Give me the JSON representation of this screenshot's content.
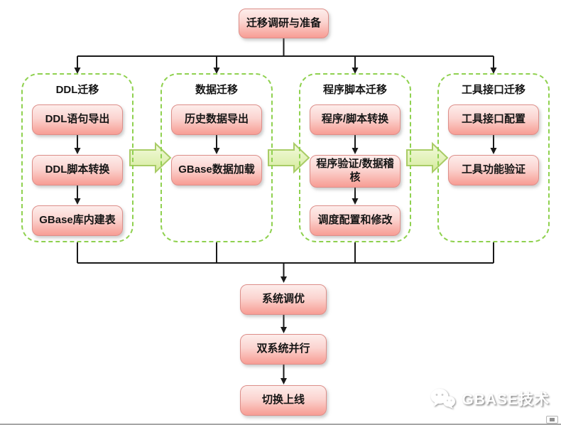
{
  "diagram": {
    "top_node": "迁移调研与准备",
    "columns": [
      {
        "header": "DDL迁移",
        "steps": [
          "DDL语句导出",
          "DDL脚本转换",
          "GBase库内建表"
        ]
      },
      {
        "header": "数据迁移",
        "steps": [
          "历史数据导出",
          "GBase数据加载"
        ]
      },
      {
        "header": "程序脚本迁移",
        "steps": [
          "程序/脚本转换",
          "程序验证/数据稽核",
          "调度配置和修改"
        ]
      },
      {
        "header": "工具接口迁移",
        "steps": [
          "工具接口配置",
          "工具功能验证"
        ]
      }
    ],
    "bottom_steps": [
      "系统调优",
      "双系统并行",
      "切换上线"
    ],
    "watermark": {
      "text": "GBASE技术",
      "icon": "wechat-icon"
    },
    "colors": {
      "node_fill_top": "#fdedeb",
      "node_fill_bottom": "#f79d95",
      "node_border": "#dd8e89",
      "column_dash_border": "#8fd14f",
      "block_arrow_fill_top": "#f1f9d9",
      "block_arrow_fill_bottom": "#d8eda1",
      "block_arrow_border": "#a9cc66",
      "connector_line": "#1a1a1a"
    }
  }
}
